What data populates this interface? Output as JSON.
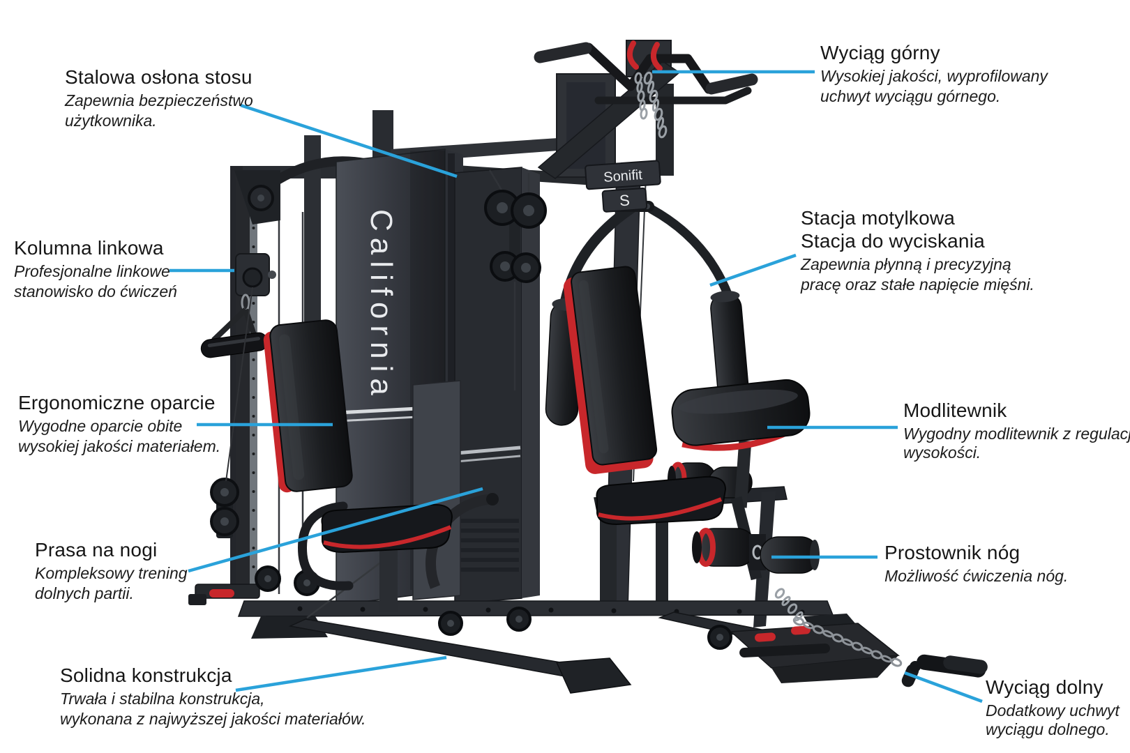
{
  "machine": {
    "name_vertical": "California",
    "brand": "Sonifit",
    "brand_initial": "S"
  },
  "colors": {
    "callout_line": "#2aa2da",
    "accent_red": "#c8272b",
    "frame_dark": "#26282c",
    "background": "#ffffff"
  },
  "labels": [
    {
      "id": "stack-shield",
      "title": "Stalowa osłona stosu",
      "desc": [
        "Zapewnia bezpieczeństwo",
        "użytkownika."
      ]
    },
    {
      "id": "lat-pulldown",
      "title": "Wyciąg górny",
      "desc": [
        "Wysokiej jakości, wyprofilowany",
        "uchwyt wyciągu górnego."
      ]
    },
    {
      "id": "cable-column",
      "title": "Kolumna linkowa",
      "desc": [
        "Profesjonalne linkowe",
        "stanowisko do ćwiczeń"
      ]
    },
    {
      "id": "butterfly-station",
      "title": "Stacja motylkowa",
      "title2": "Stacja do wyciskania",
      "desc": [
        "Zapewnia płynną i precyzyjną",
        "pracę oraz stałe napięcie mięśni."
      ]
    },
    {
      "id": "ergonomic-backrest",
      "title": "Ergonomiczne oparcie",
      "desc": [
        "Wygodne oparcie obite",
        "wysokiej jakości materiałem."
      ]
    },
    {
      "id": "preacher-pad",
      "title": "Modlitewnik",
      "desc": [
        "Wygodny modlitewnik z regulacją",
        "wysokości."
      ]
    },
    {
      "id": "leg-press",
      "title": "Prasa na nogi",
      "desc": [
        "Kompleksowy trening",
        "dolnych partii."
      ]
    },
    {
      "id": "leg-extension",
      "title": "Prostownik nóg",
      "desc": [
        "Możliwość ćwiczenia nóg."
      ]
    },
    {
      "id": "solid-frame",
      "title": "Solidna konstrukcja",
      "desc": [
        "Trwała i stabilna konstrukcja,",
        "wykonana z najwyższej jakości materiałów."
      ]
    },
    {
      "id": "low-row",
      "title": "Wyciąg dolny",
      "desc": [
        "Dodatkowy uchwyt",
        "wyciągu dolnego."
      ]
    }
  ]
}
